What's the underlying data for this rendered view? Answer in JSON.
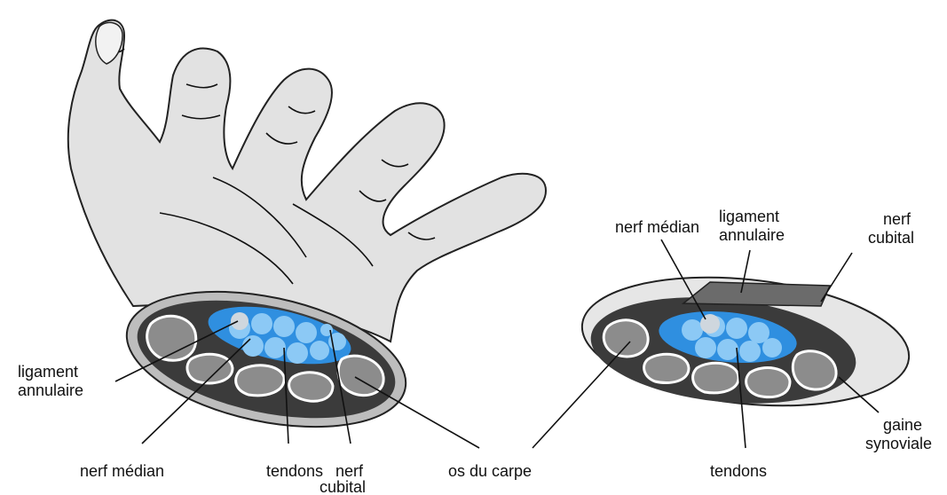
{
  "labels": {
    "left_ligament": [
      "ligament",
      "annulaire"
    ],
    "left_nerf_median": "nerf médian",
    "left_tendons": "tendons",
    "left_nerf_cubital": [
      "nerf",
      "cubital"
    ],
    "os_du_carpe": "os du carpe",
    "right_nerf_median": "nerf médian",
    "right_ligament": [
      "ligament",
      "annulaire"
    ],
    "right_nerf_cubital": [
      "nerf",
      "cubital"
    ],
    "right_gaine": [
      "gaine",
      "synoviale"
    ],
    "right_tendons": "tendons"
  },
  "colors": {
    "hand_fill": "#e2e2e2",
    "outline": "#222222",
    "sheath_dark": "#3b3b3b",
    "bone_fill": "#8c8c8c",
    "tendon_blue": "#2f8fe0",
    "tendon_light": "#8cc9f5",
    "skin_ring": "#bdbdbd"
  }
}
